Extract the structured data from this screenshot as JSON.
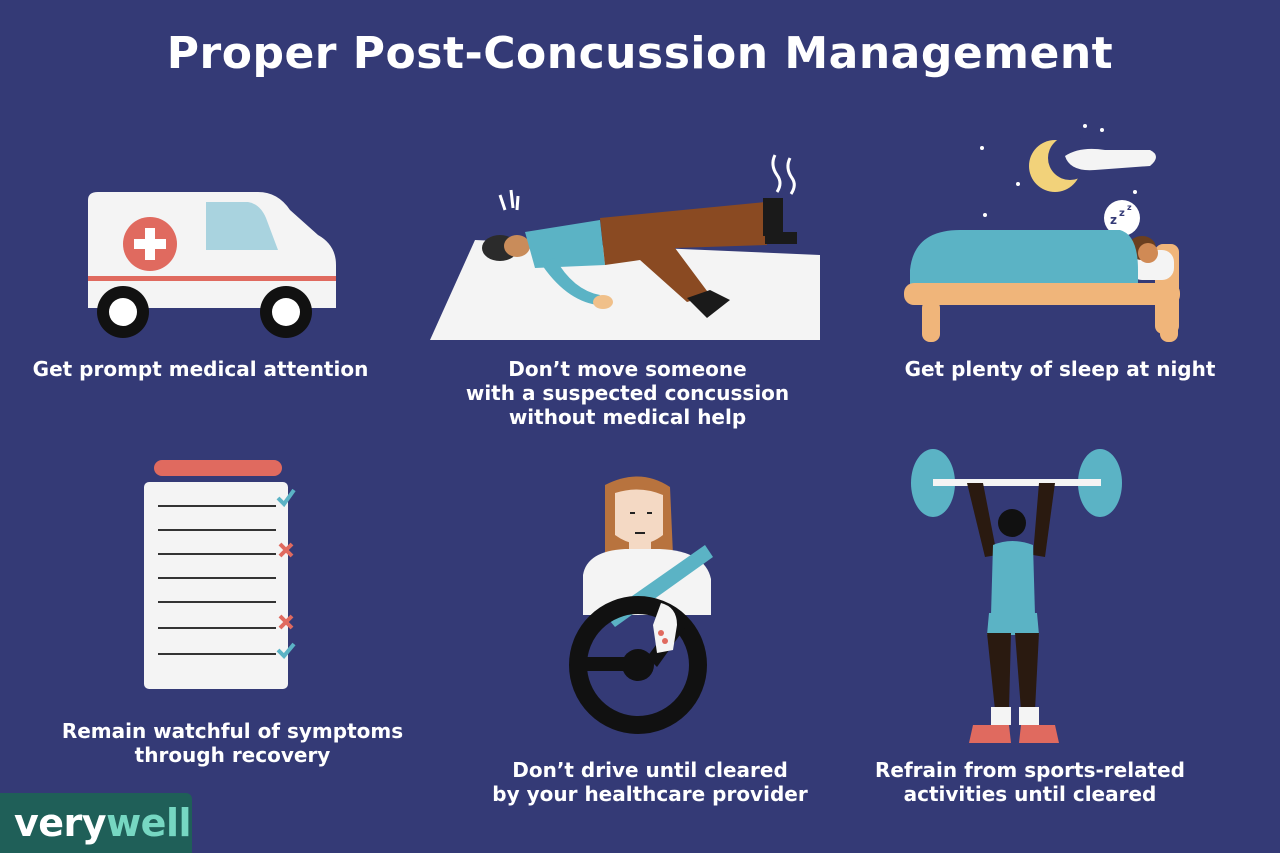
{
  "title": "Proper Post-Concussion Management",
  "tips": [
    {
      "lines": [
        "Get prompt medical attention"
      ]
    },
    {
      "lines": [
        "Don’t move someone",
        "with a suspected concussion",
        "without medical help"
      ]
    },
    {
      "lines": [
        "Get plenty of sleep at night"
      ]
    },
    {
      "lines": [
        "Remain watchful of symptoms",
        "through recovery"
      ]
    },
    {
      "lines": [
        "Don’t drive until cleared",
        "by your healthcare provider"
      ]
    },
    {
      "lines": [
        "Refrain from sports-related",
        "activities until cleared"
      ]
    }
  ],
  "logo": {
    "part1": "very",
    "part2": "well"
  },
  "colors": {
    "background": "#343a76",
    "accent_red": "#e06a5f",
    "accent_teal": "#5bb3c5",
    "skin_tan": "#f0c08a",
    "logo_bg": "#1f5f58",
    "logo_teal": "#76d7c2"
  },
  "icons": [
    "ambulance-icon",
    "lying-person-icon",
    "sleeping-person-icon",
    "checklist-icon",
    "driver-icon",
    "weightlifter-icon"
  ]
}
